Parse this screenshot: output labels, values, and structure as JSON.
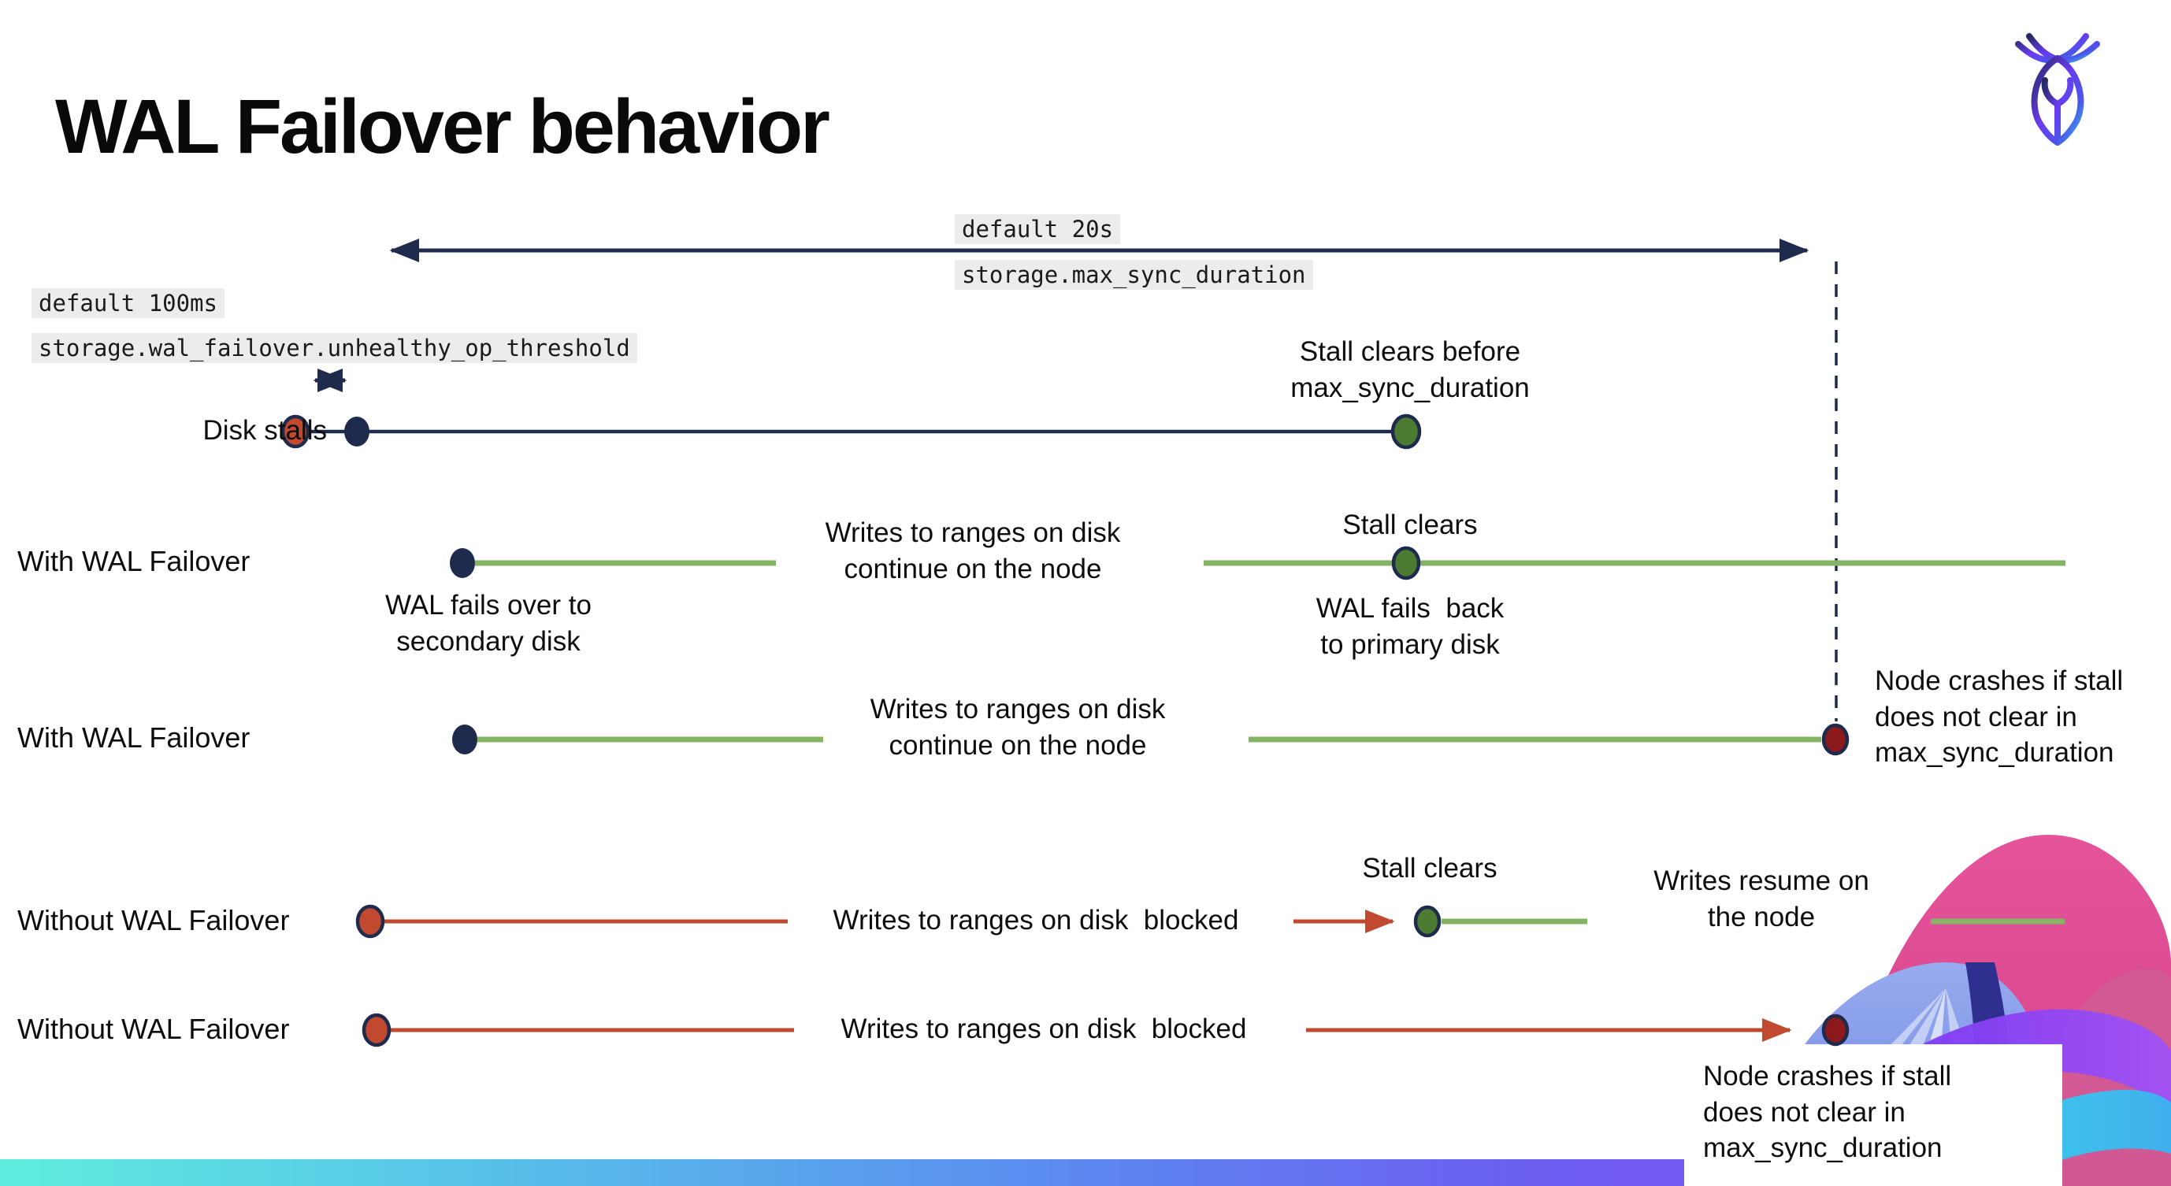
{
  "title": "WAL Failover behavior",
  "logo": {
    "icon": "cockroachdb-logo"
  },
  "colors": {
    "navy": "#1e2b4d",
    "green_line": "#84b364",
    "green_dot": "#4d7b31",
    "red": "#c0492f",
    "dark_red": "#8c1a1c",
    "label_highlight": "#ececec",
    "footer_gradient_start": "#5fedde",
    "footer_gradient_end": "#984df1"
  },
  "settings": {
    "max_sync_duration": {
      "default_label": "default 20s",
      "name": "storage.max_sync_duration"
    },
    "unhealthy_op_threshold": {
      "default_label": "default 100ms",
      "name": "storage.wal_failover.unhealthy_op_threshold"
    }
  },
  "rows": {
    "disk_stalls": {
      "label": "Disk stalls",
      "stall_clears": "Stall clears before\nmax_sync_duration"
    },
    "with_wal_failover_1": {
      "label": "With WAL Failover",
      "failover_note": "WAL fails over to\nsecondary disk",
      "writes_note": "Writes to ranges on disk\ncontinue on the node",
      "stall_clears": "Stall clears",
      "failback_note": "WAL fails  back\nto primary disk"
    },
    "with_wal_failover_2": {
      "label": "With WAL Failover",
      "writes_note": "Writes to ranges on disk\ncontinue on the node",
      "crash_note": "Node crashes if stall\ndoes not clear in\nmax_sync_duration"
    },
    "without_wal_failover_1": {
      "label": "Without WAL Failover",
      "writes_note": "Writes to ranges on disk  blocked",
      "stall_clears": "Stall clears",
      "resume_note": "Writes resume on\nthe node"
    },
    "without_wal_failover_2": {
      "label": "Without WAL Failover",
      "writes_note": "Writes to ranges on disk  blocked",
      "crash_note": "Node crashes if stall\ndoes not clear in\nmax_sync_duration"
    }
  }
}
